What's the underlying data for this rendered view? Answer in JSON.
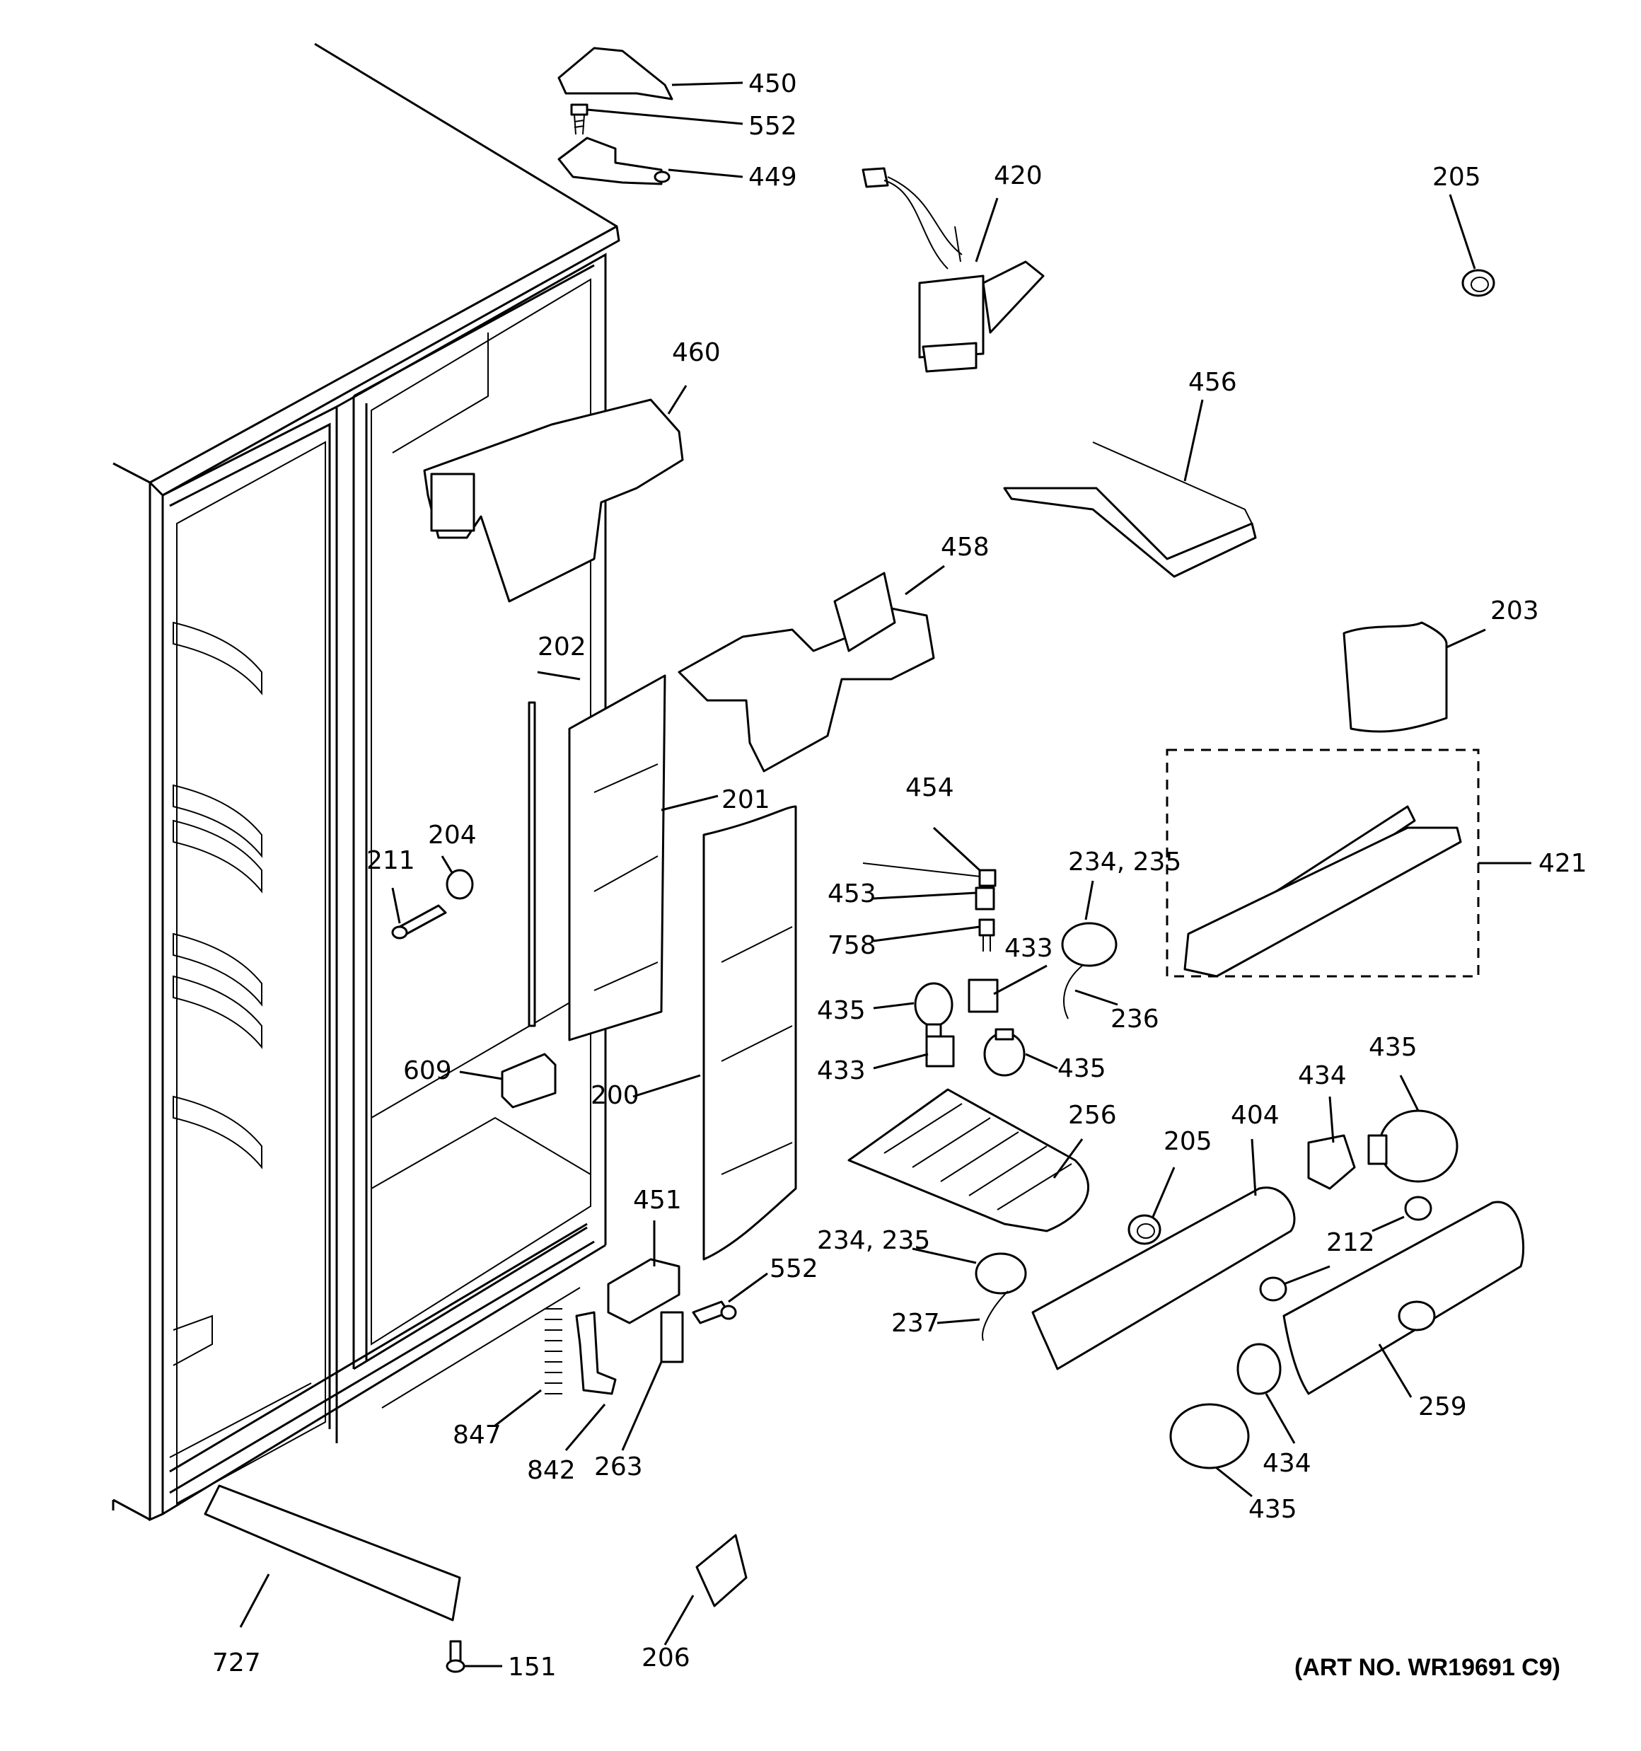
{
  "art_number": "(ART NO. WR19691 C9)",
  "labels": {
    "p450": "450",
    "p552a": "552",
    "p449": "449",
    "p420": "420",
    "p205a": "205",
    "p460": "460",
    "p456": "456",
    "p458": "458",
    "p203": "203",
    "p202": "202",
    "p201": "201",
    "p454": "454",
    "p234a": "234, 235",
    "p421": "421",
    "p211": "211",
    "p204": "204",
    "p453": "453",
    "p758": "758",
    "p433a": "433",
    "p435a": "435",
    "p236": "236",
    "p433b": "433",
    "p435b": "435",
    "p609": "609",
    "p200": "200",
    "p256": "256",
    "p435c": "435",
    "p434a": "434",
    "p404": "404",
    "p205b": "205",
    "p451": "451",
    "p552b": "552",
    "p234b": "234, 235",
    "p212": "212",
    "p237": "237",
    "p259": "259",
    "p847": "847",
    "p842": "842",
    "p263": "263",
    "p434b": "434",
    "p435d": "435",
    "p727": "727",
    "p151": "151",
    "p206": "206"
  }
}
